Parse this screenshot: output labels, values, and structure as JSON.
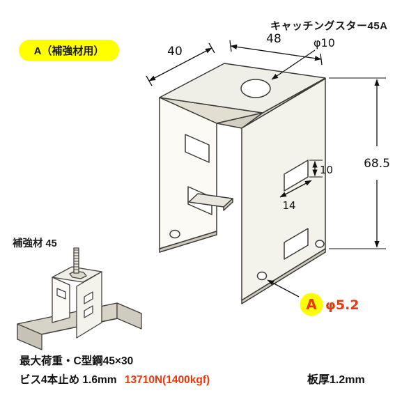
{
  "page": {
    "title": "キャッチングスター45A"
  },
  "top_badge": {
    "label": "A（補強材用）"
  },
  "main_diagram": {
    "dim_top_left": "40",
    "dim_top_right": "48",
    "dim_top_hole": "φ10",
    "dim_height": "68.5",
    "dim_slot_h": "10",
    "dim_slot_w": "14",
    "hole_marker": "A",
    "dim_small_hole": "φ5.2"
  },
  "inset": {
    "label": "補強材 45"
  },
  "footer": {
    "max_load_line": "最大荷重・C型鋼45×30",
    "screws_line": "ビス4本止め 1.6mm",
    "load_value": "13710N(1400kgf)",
    "plate_thickness": "板厚1.2mm"
  },
  "colors": {
    "highlight_yellow": "#ffff00",
    "accent_red": "#e8380d",
    "line": "#3c3a36"
  }
}
